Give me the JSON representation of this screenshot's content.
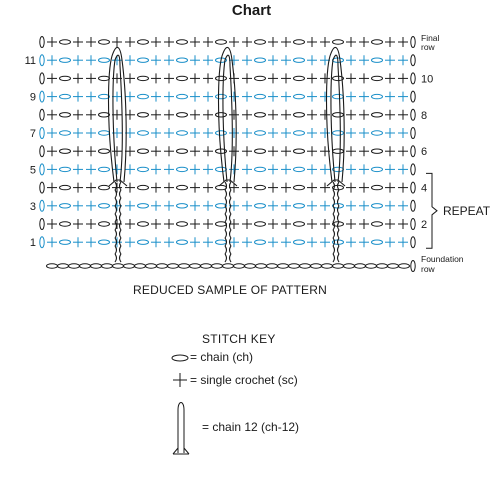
{
  "title": "Chart",
  "chart": {
    "left_row_numbers": [
      "11",
      "9",
      "7",
      "5",
      "3",
      "1"
    ],
    "right_row_numbers": [
      "10",
      "8",
      "6",
      "4",
      "2"
    ],
    "final_row_label": [
      "Final",
      "row"
    ],
    "foundation_row_label": [
      "Foundation",
      "row"
    ],
    "repeat_label": "REPEAT",
    "caption": "REDUCED SAMPLE OF PATTERN",
    "colors": {
      "ink": "#1a1a1a",
      "accent": "#1a8fc9"
    }
  },
  "stitch_key": {
    "title": "STITCH KEY",
    "items": [
      {
        "icon": "chain-oval-icon",
        "label": "= chain (ch)"
      },
      {
        "icon": "single-crochet-cross-icon",
        "label": "= single crochet (sc)"
      },
      {
        "icon": "chain-12-loop-icon",
        "label": "= chain 12 (ch-12)"
      }
    ]
  }
}
